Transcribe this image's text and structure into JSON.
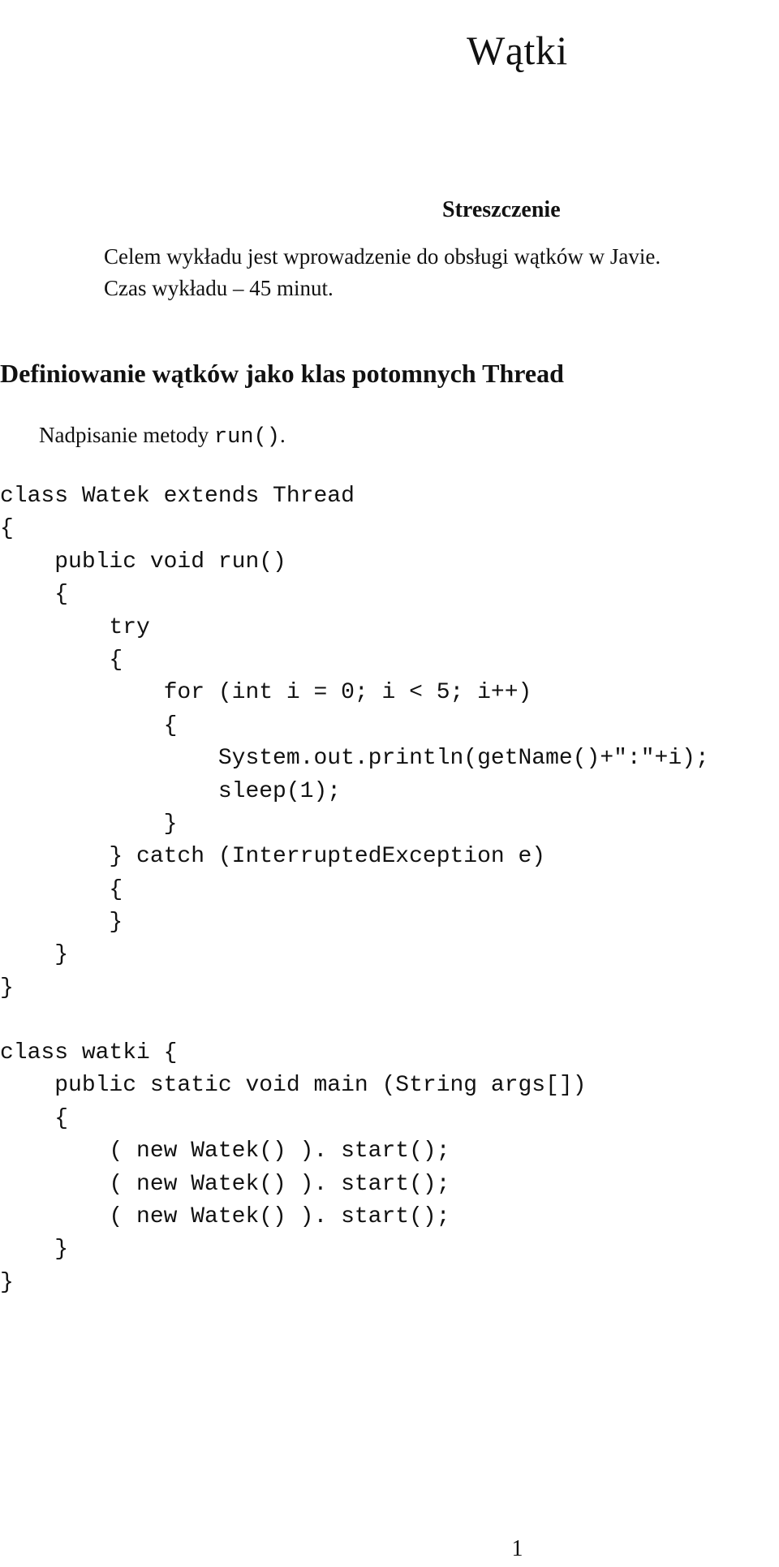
{
  "title": "Wątki",
  "abstract": {
    "heading": "Streszczenie",
    "lines": [
      "Celem wykładu jest wprowadzenie do obsługi wątków w Javie.",
      "Czas wykładu – 45 minut."
    ]
  },
  "section": {
    "heading": "Definiowanie wątków jako klas potomnych Thread",
    "intro_text": "Nadpisanie metody ",
    "intro_code": "run()",
    "intro_end": "."
  },
  "code1": [
    "class Watek extends Thread",
    "{",
    "    public void run()",
    "    {",
    "        try",
    "        {",
    "            for (int i = 0; i < 5; i++)",
    "            {",
    "                System.out.println(getName()+\":\"+i);",
    "                sleep(1);",
    "            }",
    "        } catch (InterruptedException e)",
    "        {",
    "        }",
    "    }",
    "}"
  ],
  "code2": [
    "class watki {",
    "    public static void main (String args[])",
    "    {",
    "        ( new Watek() ). start();",
    "        ( new Watek() ). start();",
    "        ( new Watek() ). start();",
    "    }",
    "}"
  ],
  "page_number": "1"
}
